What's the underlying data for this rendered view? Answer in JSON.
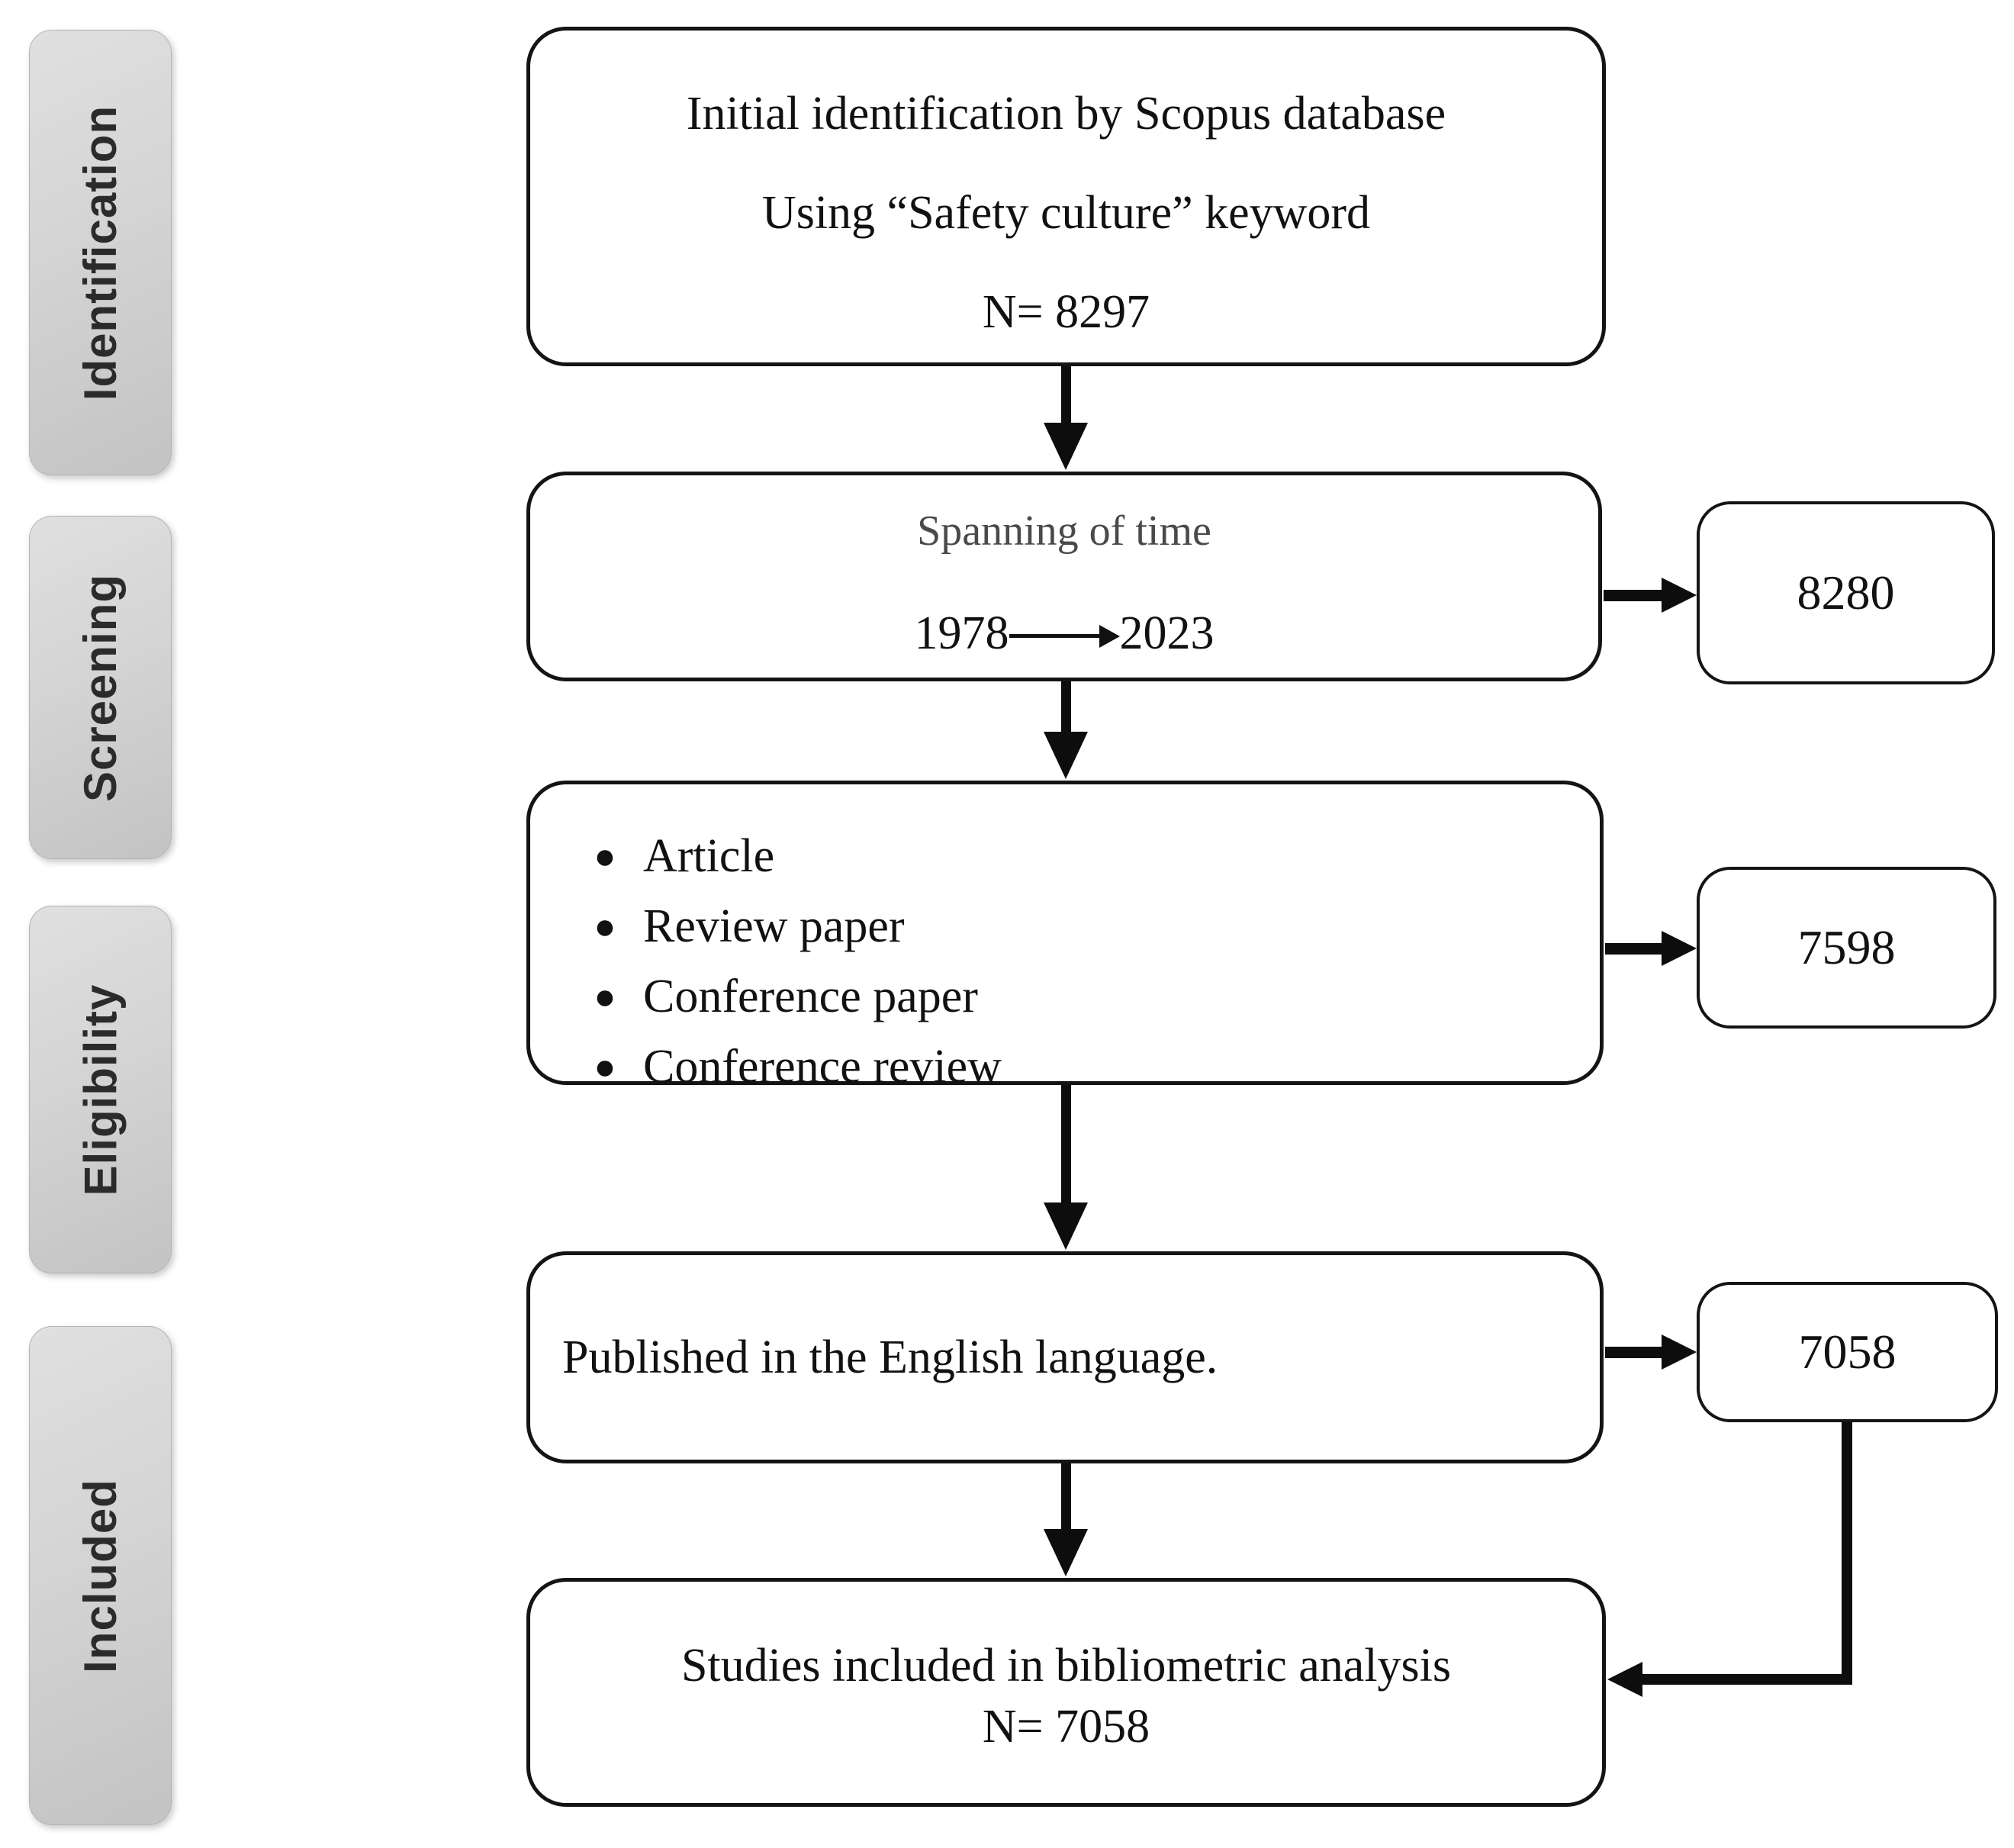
{
  "stages": [
    {
      "label": "Identification"
    },
    {
      "label": "Screening"
    },
    {
      "label": "Eligibility"
    },
    {
      "label": "Included"
    }
  ],
  "flow": {
    "initial": {
      "line1": "Initial identification by Scopus database",
      "line2": "Using “Safety culture” keyword",
      "line3": "N= 8297"
    },
    "timespan": {
      "title": "Spanning of time",
      "year_start": "1978",
      "year_end": "2023"
    },
    "doctypes": {
      "bullets": [
        "Article",
        "Review paper",
        "Conference paper",
        "Conference review"
      ]
    },
    "language": {
      "text": "Published in the English language."
    },
    "included": {
      "line1": "Studies included in bibliometric analysis",
      "line2": "N= 7058"
    }
  },
  "side_counts": [
    {
      "value": "8280"
    },
    {
      "value": "7598"
    },
    {
      "value": "7058"
    }
  ],
  "colors": {
    "stage_fill": "#d4d4d4",
    "stage_text": "#2b2b2b",
    "box_border": "#141414",
    "arrow": "#0d0d0d",
    "timespan_title_text": "#4a4a4a",
    "background": "#ffffff"
  }
}
